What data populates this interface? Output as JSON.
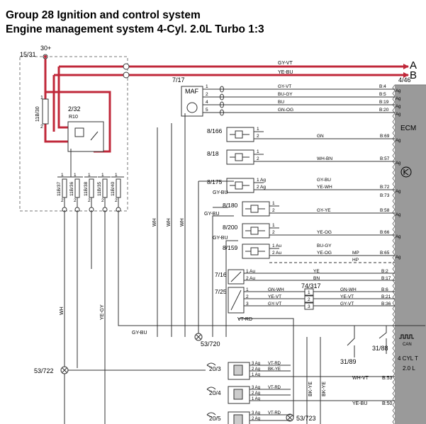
{
  "header": {
    "title_line1": "Group 28 Ignition and control system",
    "title_line2": "Engine management system 4-Cyl. 2.0L Turbo 1:3"
  },
  "colors": {
    "power_wire": "#c0283a",
    "wire": "#333333",
    "ecm_fill": "#9a9a9a",
    "ecm_edge": "#777777"
  },
  "labels": {
    "supply": "30+",
    "node_15_31": "15/31",
    "bus_a": "A",
    "bus_b": "B",
    "relay_id": "2/32",
    "relay_name": "R10",
    "maf_id": "7/17",
    "maf_name": "MAF",
    "ecm_ref": "4/46",
    "ecm_name": "ECM",
    "ecm_can": "CAN",
    "ecm_engine": "4 CYL T",
    "ecm_disp": "2.0 L",
    "node_53_720": "53/720",
    "node_53_722": "53/722",
    "node_53_723": "53/723",
    "comp_31_88": "31/88",
    "comp_31_89": "31/89",
    "comp_74_317": "74/317"
  },
  "wire_colors": {
    "gy_vt": "GY-VT",
    "ye_bu": "YE-BU",
    "wh": "WH",
    "gy_bu": "GY-BU",
    "ye_gy": "YE-GY",
    "vt_rd": "VT-RD",
    "bk_ye": "BK-YE",
    "wh_vt": "WH-VT"
  },
  "fuses": [
    {
      "id": "11B/37",
      "pin_top": "1",
      "pin_bot": "2"
    },
    {
      "id": "11B/36",
      "pin_top": "1",
      "pin_bot": "2"
    },
    {
      "id": "11B/38",
      "pin_top": "1",
      "pin_bot": "2"
    },
    {
      "id": "11B/35",
      "pin_top": "1",
      "pin_bot": "2"
    },
    {
      "id": "11B/40",
      "pin_top": "1",
      "pin_bot": "2"
    }
  ],
  "relay_fuse": {
    "id": "11B/30",
    "pin_top": "1",
    "pin_bot": "2"
  },
  "maf_pins": [
    {
      "pin": "1",
      "wire": "GY-VT",
      "ecm_pin": "B:4"
    },
    {
      "pin": "2",
      "wire": "BU-GY",
      "ecm_pin": "B:5"
    },
    {
      "pin": "4",
      "wire": "BU",
      "ecm_pin": "B:19"
    },
    {
      "pin": "5",
      "wire": "GN-OG",
      "ecm_pin": "B:20"
    }
  ],
  "injectors": [
    {
      "id": "8/166",
      "pin1": "1",
      "pin2": "2",
      "wire": "GN",
      "ecm_pin": "B:69"
    },
    {
      "id": "8/18",
      "pin1": "1",
      "pin2": "2",
      "wire": "WH-BN",
      "ecm_pin": "B:57"
    },
    {
      "id": "8/175",
      "pin1": "1 Ag",
      "pin2": "2 Ag",
      "wire": "GY-BU",
      "wire2": "YE-WH",
      "ecm_pin": "B:72",
      "ecm_pin2": "B:73"
    },
    {
      "id": "8/180",
      "pin1": "1",
      "pin2": "2",
      "wire": "GY-YE",
      "ecm_pin": "B:58"
    },
    {
      "id": "8/200",
      "pin1": "1",
      "pin2": "2",
      "wire": "YE-OG",
      "ecm_pin": "B:66"
    },
    {
      "id": "8/159",
      "pin1": "1 Au",
      "pin2": "2 Au",
      "wire": "BU-GY",
      "wire2": "YE-OG",
      "ecm_pin": "B:65",
      "mp": "MP",
      "hp": "HP"
    }
  ],
  "sensors": [
    {
      "id": "7/16",
      "pins": [
        "1 Au",
        "2 Au"
      ],
      "wires": [
        "YE",
        "BN"
      ],
      "ecm_pins": [
        "B:2",
        "B:17"
      ]
    },
    {
      "id": "7/25",
      "pins": [
        "1",
        "2",
        "3"
      ],
      "wires": [
        "GN-WH",
        "YE-VT",
        "GY-VT"
      ],
      "ecm_pins": [
        "B:6",
        "B:21",
        "B:36"
      ]
    }
  ],
  "coils": [
    {
      "id": "20/3",
      "pins": [
        "3 Ag",
        "2 Ag",
        "1 Ag"
      ],
      "wires": [
        "VT-RD",
        "BK-YE",
        ""
      ],
      "ecm_pin": "B:53"
    },
    {
      "id": "20/4",
      "pins": [
        "3 Ag",
        "2 Ag",
        "1 Ag"
      ],
      "wires": [
        "VT-RD",
        "",
        ""
      ],
      "ecm_pin": "B:50",
      "ecm_wire": "YE-BU"
    },
    {
      "id": "20/5",
      "pins": [
        "3 Ag",
        "2 Ag"
      ],
      "wires": [
        "VT-RD",
        ""
      ]
    }
  ],
  "ecm_ag": "Ag"
}
